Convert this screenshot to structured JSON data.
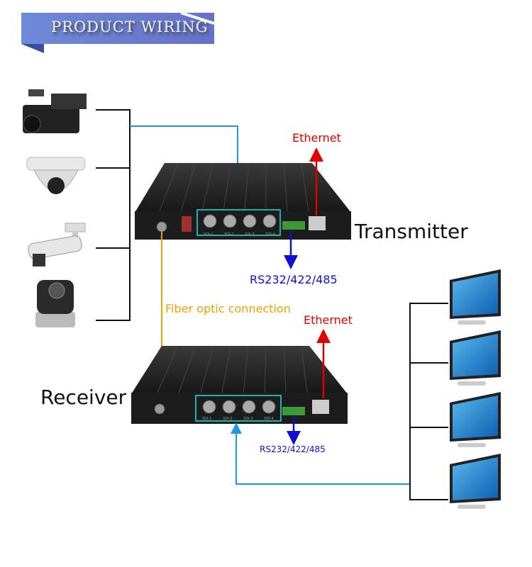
{
  "banner": {
    "title": "PRODUCT WIRING",
    "color": "#6a7fd0"
  },
  "labels": {
    "ethernet_tx": "Ethernet",
    "ethernet_rx": "Ethernet",
    "rs_tx": "RS232/422/485",
    "rs_rx": "RS232/422/485",
    "transmitter": "Transmitter",
    "receiver": "Receiver",
    "fiber": "Fiber optic connection"
  },
  "device_ports": [
    "SDI-1",
    "SDI-2",
    "SDI-3",
    "SDI-4"
  ],
  "colors": {
    "video_line": "#1e9be0",
    "fiber_line": "#f0a000",
    "ethernet": "#e00000",
    "serial": "#1010d0",
    "port_highlight": "#22e0e0"
  },
  "sources": [
    "camcorder-icon",
    "dome-camera-icon",
    "bullet-camera-icon",
    "ptz-camera-icon"
  ],
  "displays": [
    "monitor-icon",
    "monitor-icon",
    "monitor-icon",
    "monitor-icon"
  ]
}
